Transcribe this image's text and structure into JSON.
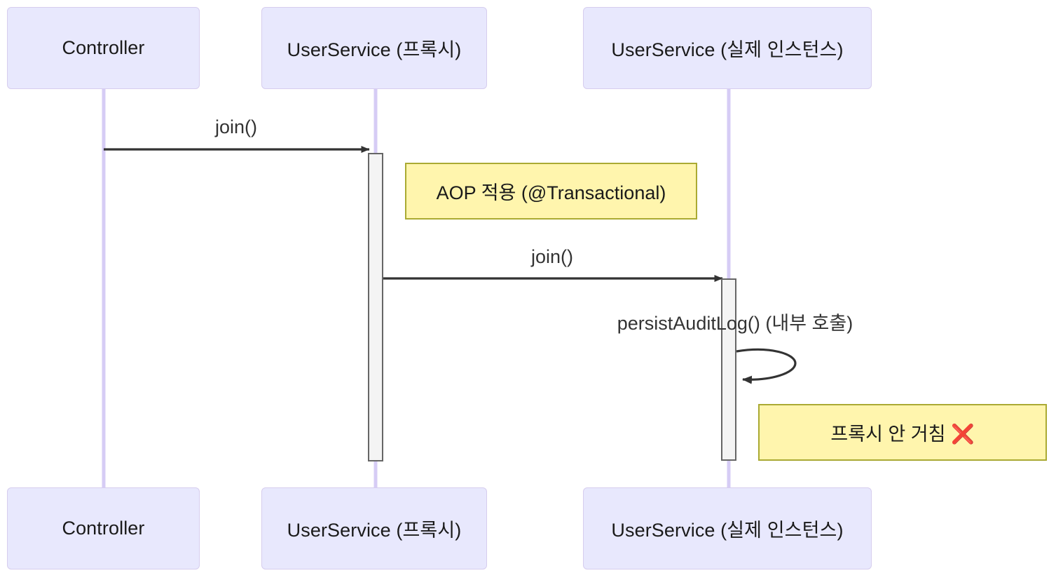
{
  "diagram": {
    "type": "sequence-diagram",
    "background_color": "#ffffff",
    "participant_fill": "#e8e8fd",
    "participant_border": "#d6cdee",
    "lifeline_color": "#d6ccf5",
    "activation_fill": "#f4f4f4",
    "activation_border": "#666666",
    "note_fill": "#fff5ad",
    "note_border": "#aaaa33",
    "arrow_color": "#333333",
    "accent_error": "#e8412f"
  },
  "participants": [
    {
      "id": "controller",
      "label": "Controller"
    },
    {
      "id": "user-service-proxy",
      "label": "UserService (프록시)"
    },
    {
      "id": "user-service-real",
      "label": "UserService (실제 인스턴스)"
    }
  ],
  "participants_bottom": [
    {
      "id": "controller",
      "label": "Controller"
    },
    {
      "id": "user-service-proxy",
      "label": "UserService (프록시)"
    },
    {
      "id": "user-service-real",
      "label": "UserService (실제 인스턴스)"
    }
  ],
  "messages": [
    {
      "id": "msg-join-1",
      "label": "join()",
      "from": "controller",
      "to": "user-service-proxy",
      "kind": "sync-call"
    },
    {
      "id": "msg-join-2",
      "label": "join()",
      "from": "user-service-proxy",
      "to": "user-service-real",
      "kind": "sync-call"
    },
    {
      "id": "msg-persist-audit-log",
      "label": "persistAuditLog() (내부 호출)",
      "from": "user-service-real",
      "to": "user-service-real",
      "kind": "self-call"
    }
  ],
  "notes": [
    {
      "id": "note-aop",
      "text": "AOP 적용 (@Transactional)",
      "over": "user-service-proxy"
    },
    {
      "id": "note-no-proxy",
      "text": "프록시 안 거침 ❌",
      "over": "user-service-real"
    }
  ]
}
